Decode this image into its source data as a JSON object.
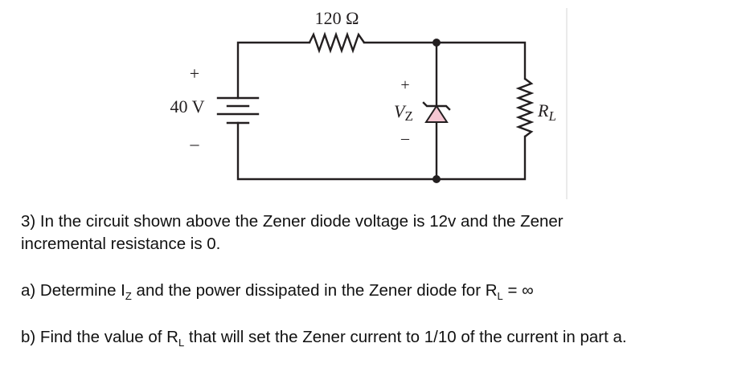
{
  "circuit": {
    "source_label": "40 V",
    "source_plus": "+",
    "source_minus": "–",
    "series_resistor_label": "120 Ω",
    "zener_voltage_symbol": "V",
    "zener_voltage_subscript": "Z",
    "zener_plus": "+",
    "zener_minus": "–",
    "load_label": "R",
    "load_subscript": "L",
    "zener_fill_color": "#f4c6d2",
    "wire_color": "#231f20"
  },
  "problem": {
    "intro_line1": "3) In the circuit shown above the Zener diode voltage is 12v and the Zener",
    "intro_line2": "incremental resistance is 0.",
    "part_a": {
      "prefix": "a) Determine I",
      "sub1": "Z",
      "middle": " and the power dissipated in the Zener diode for R",
      "sub2": "L",
      "suffix": " = ∞"
    },
    "part_b": {
      "prefix": "b) Find the value of R",
      "sub1": "L",
      "suffix": " that will set the Zener current to 1/10 of the current in part a."
    }
  }
}
